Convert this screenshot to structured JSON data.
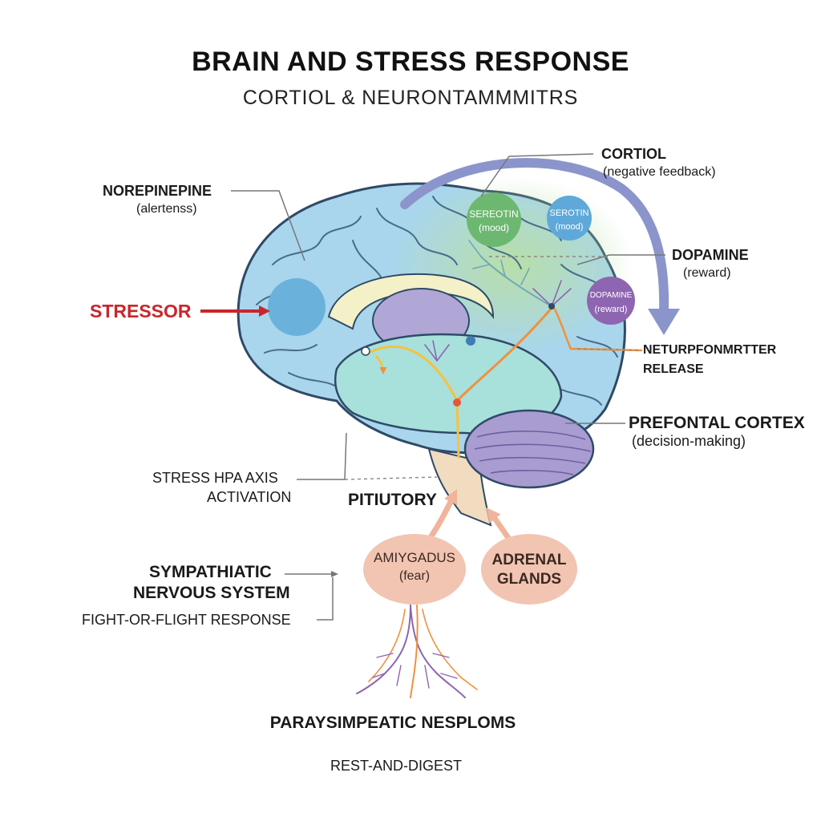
{
  "title": "BRAIN AND STRESS RESPONSE",
  "subtitle": "CORTIOL & NEURONTAMMMITRS",
  "labels": {
    "norepinephrine": "NOREPINEPINE",
    "norepinephrine_note": "(alertenss)",
    "stressor": "STRESSOR",
    "cortisol": "CORTIOL",
    "cortisol_note": "(negative feedback)",
    "dopamine": "DOPAMINE",
    "dopamine_note": "(reward)",
    "nt_release_1": "NETURPFONMRTTER",
    "nt_release_2": "RELEASE",
    "prefrontal": "PREFONTAL CORTEX",
    "prefrontal_note": "(decision-making)",
    "hpa_1": "STRESS  HPA AXIS",
    "hpa_2": "ACTIVATION",
    "pituitary": "PITIUTORY",
    "sympathetic_1": "SYMPATHIATIC",
    "sympathetic_2": "NERVOUS SYSTEM",
    "fight_flight": "FIGHT-OR-FLIGHT RESPONSE",
    "parasympathetic": "PARAYSIMPEATIC NESPLOMS",
    "rest_digest": "REST-AND-DIGEST"
  },
  "nodes": {
    "serotonin_1": {
      "name": "SEREOTIN",
      "note": "(mood)",
      "color": "#6cb870"
    },
    "serotonin_2": {
      "name": "SEROTIN",
      "note": "(mood)",
      "color": "#5ea9d9"
    },
    "dopamine": {
      "name": "DOPAMINE",
      "note": "(reward)",
      "color": "#8e65b0"
    },
    "amygdala": {
      "name": "AMIYGADUS",
      "note": "(fear)",
      "color": "#f2c4b2"
    },
    "adrenal": {
      "name": "ADRENAL",
      "note": "GLANDS",
      "color": "#f2c4b2"
    }
  },
  "colors": {
    "brain_fill": "#a9d6ec",
    "brain_outline": "#2f4a66",
    "stressor_red": "#c8262c",
    "feedback_arrow": "#8b95cc",
    "neural_orange": "#f0913e",
    "neural_yellow": "#f5c242",
    "cerebellum": "#a89cd0"
  }
}
